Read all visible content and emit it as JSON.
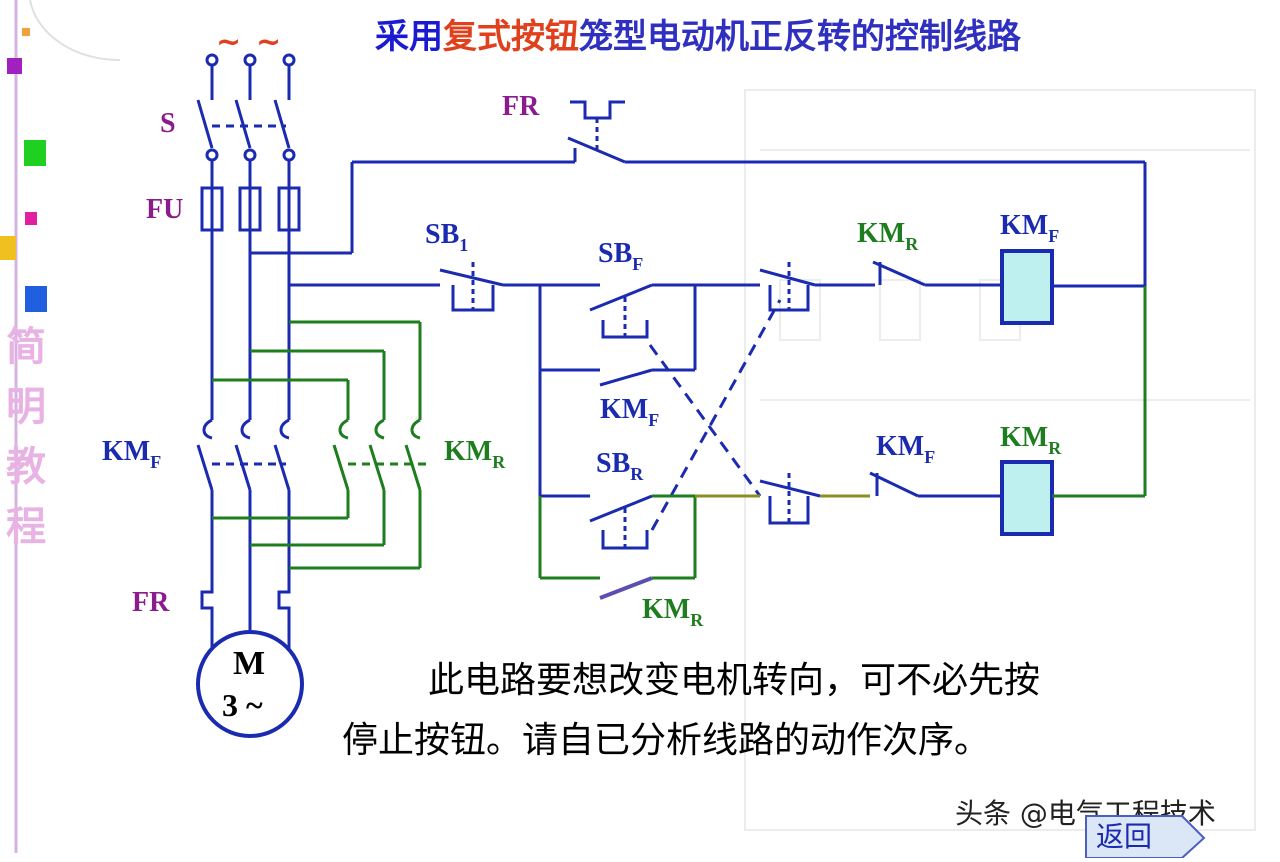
{
  "title": {
    "part1": "采用",
    "part2": "复式按钮",
    "part3": "笼型电动机正反转的控制线路"
  },
  "sidebar_chars": [
    "简",
    "明",
    "教",
    "程"
  ],
  "labels": {
    "tilde": "~",
    "S": "S",
    "FU": "FU",
    "FR_main": "FR",
    "FR_ctrl": "FR",
    "KMF_main": "KM",
    "KMF_main_sub": "F",
    "KMR_main": "KM",
    "KMR_main_sub": "R",
    "SB1": "SB",
    "SB1_sub": "1",
    "SBF": "SB",
    "SBF_sub": "F",
    "SBR": "SB",
    "SBR_sub": "R",
    "KMF_hold": "KM",
    "KMF_hold_sub": "F",
    "KMR_hold": "KM",
    "KMR_hold_sub": "R",
    "KMR_interlock": "KM",
    "KMR_interlock_sub": "R",
    "KMF_interlock": "KM",
    "KMF_interlock_sub": "F",
    "KMF_coil": "KM",
    "KMF_coil_sub": "F",
    "KMR_coil": "KM",
    "KMR_coil_sub": "R",
    "motor_M": "M",
    "motor_3": "3 ~"
  },
  "note": {
    "line1": "此电路要想改变电机转向，可不必先按",
    "line2": "停止按钮。请自已分析线路的动作次序。"
  },
  "watermark": "头条 @电气工程技术",
  "return_button": "返回",
  "colors": {
    "blue": "#1b2bb0",
    "green": "#1e7d1e",
    "purple": "#8b1c8e",
    "red": "#e0401c",
    "olive": "#8a9020",
    "coil": "#bff0f0",
    "title_blue": "#1a1ad0",
    "title_red": "#e0401c",
    "title_purple": "#3030c0"
  }
}
